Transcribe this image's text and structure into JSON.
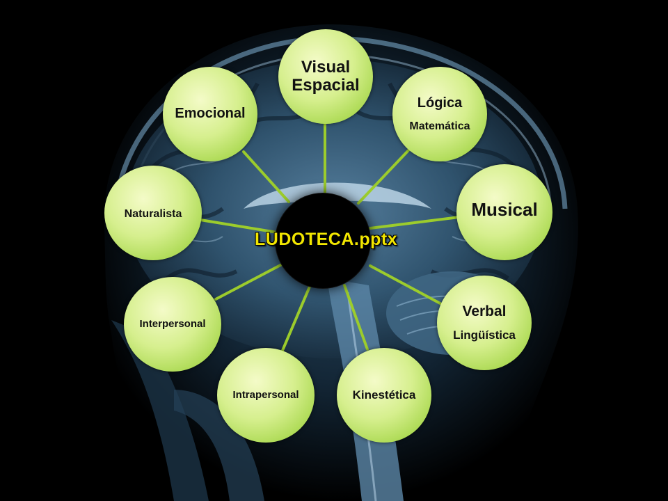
{
  "center": {
    "label": "LUDOTECA.pptx"
  },
  "nodes": {
    "visual": {
      "line1": "Visual",
      "line2": "Espacial"
    },
    "logica": {
      "line1": "Lógica",
      "line2": "Matemática"
    },
    "musical": {
      "line1": "Musical"
    },
    "verbal": {
      "line1": "Verbal",
      "line2": "Lingüística"
    },
    "kinestetica": {
      "line1": "Kinestética"
    },
    "intrapersonal": {
      "line1": "Intrapersonal"
    },
    "interpersonal": {
      "line1": "Interpersonal"
    },
    "naturalista": {
      "line1": "Naturalista"
    },
    "emocional": {
      "line1": "Emocional"
    }
  },
  "colors": {
    "node_fill": "#c8e87a",
    "connector": "#9ccc2c",
    "center_fill": "#000000",
    "center_text": "#f2e600",
    "scan_tint": "#6fa0c8"
  }
}
